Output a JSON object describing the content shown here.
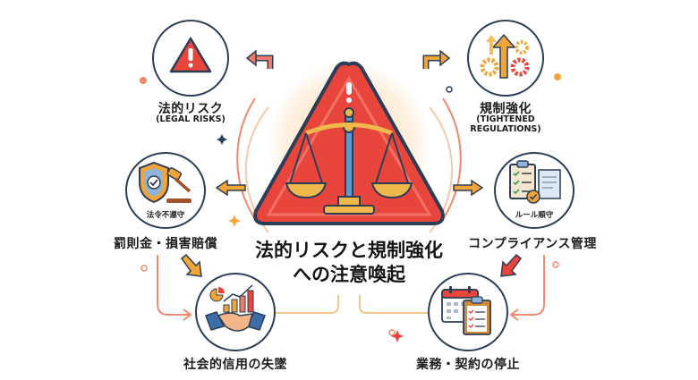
{
  "title": {
    "line1": "法的リスクと規制強化",
    "line2": "への注意喚起"
  },
  "center_icon": "warning-triangle-scales-of-justice-icon",
  "nodes": {
    "legal_risks": {
      "label_jp": "法的リスク",
      "label_en": "(LEGAL RISKS)",
      "icon": "warning-triangle-icon"
    },
    "tightened_regulations": {
      "label_jp": "規制強化",
      "label_en_1": "(TIGHTENED",
      "label_en_2": "REGULATIONS)",
      "icon": "arrows-gears-icon"
    },
    "penalties": {
      "label_jp": "罰則金・損害賠償",
      "inner_label": "法令不遵守",
      "icon": "shield-gavel-icon"
    },
    "compliance": {
      "label_jp": "コンプライアンス管理",
      "inner_label": "ルール順守",
      "icon": "clipboard-checklist-icon"
    },
    "reputation": {
      "label_jp": "社会的信用の失墜",
      "icon": "handshake-chart-icon"
    },
    "business_stop": {
      "label_jp": "業務・契約の停止",
      "icon": "calendar-clipboard-icon"
    }
  },
  "colors": {
    "red": "#e8453c",
    "orange": "#f0a53a",
    "navy": "#2c3e55",
    "salmon": "#ee7c68",
    "cream": "#fbe6c8"
  }
}
